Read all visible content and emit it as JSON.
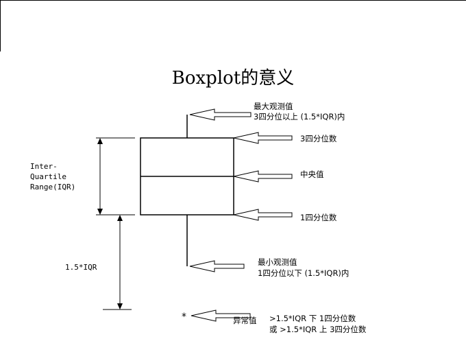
{
  "title": "Boxplot的意义",
  "left_labels": {
    "iqr_line1": "Inter-",
    "iqr_line2": "Quartile",
    "iqr_line3": "Range(IQR)",
    "whisker_len": "1.5*IQR"
  },
  "annotations": {
    "max_line1": "最大观测值",
    "max_line2": "3四分位以上 (1.5*IQR)内",
    "q3": "3四分位数",
    "median": "中央值",
    "q1": "1四分位数",
    "min_line1": "最小观测值",
    "min_line2": "1四分位以下 (1.5*IQR)内",
    "outlier_marker": "*",
    "outlier_label": "异常值",
    "outlier_rule1": ">1.5*IQR 下 1四分位数",
    "outlier_rule2": "或 >1.5*IQR 上 3四分位数"
  }
}
